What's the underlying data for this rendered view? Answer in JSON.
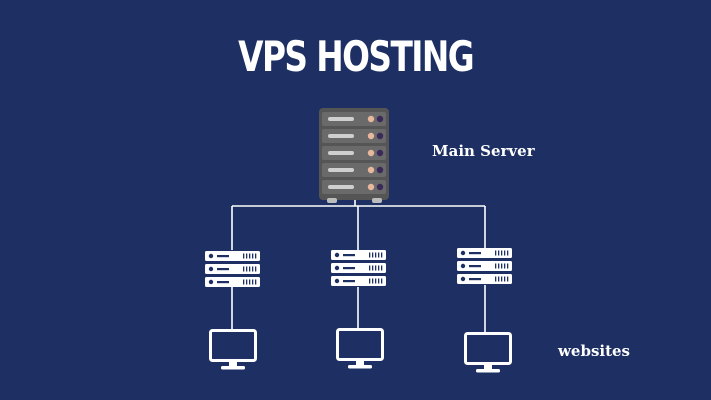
{
  "title": "VPS HOSTING",
  "main_server_label": "Main Server",
  "websites_label": "websites",
  "colors": {
    "background": "#1d2f63",
    "line": "#ffffff",
    "main_server_body": "#5a5a5a",
    "main_server_unit": "#6b6b6b",
    "light_peach": "#e7b89b",
    "dark_purple": "#3a2a5a"
  },
  "vps_servers": [
    "vps-server-1",
    "vps-server-2",
    "vps-server-3"
  ],
  "websites": [
    "website-monitor-1",
    "website-monitor-2",
    "website-monitor-3"
  ]
}
